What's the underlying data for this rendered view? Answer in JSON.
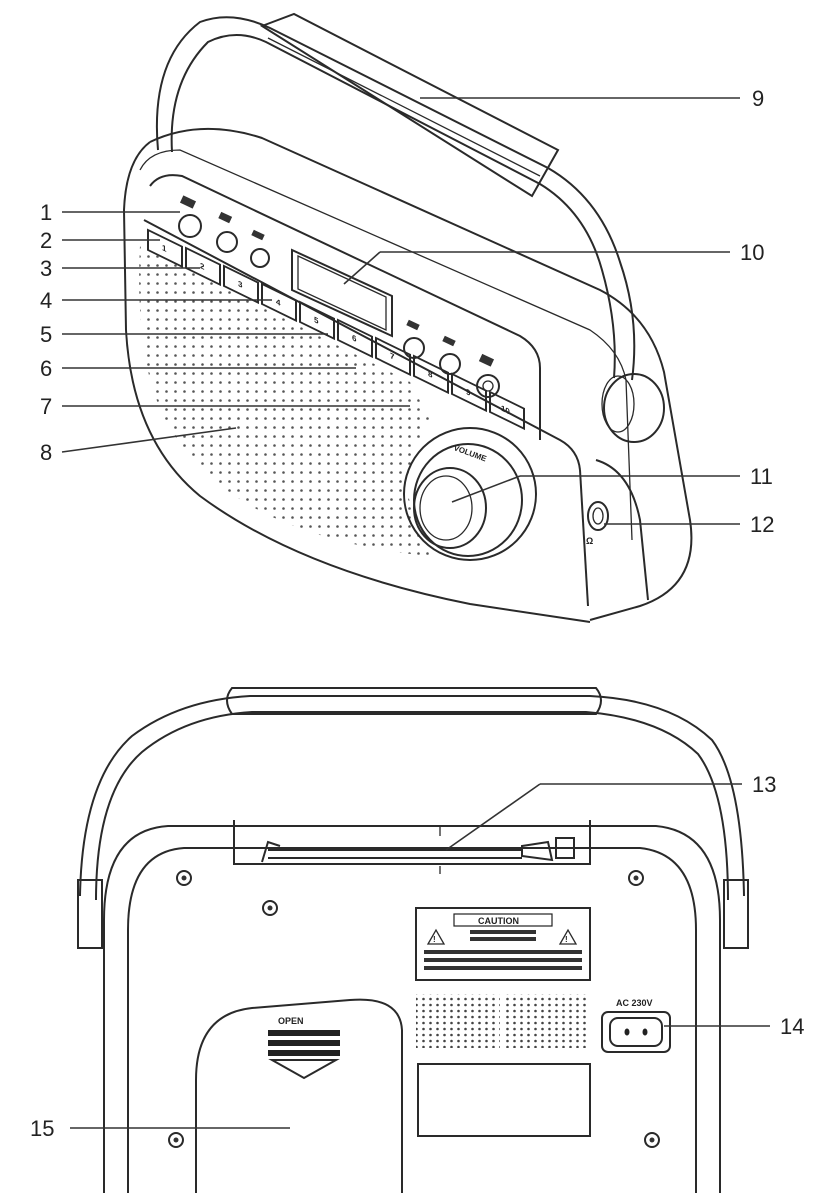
{
  "front": {
    "preset_keys": [
      "1",
      "2",
      "3",
      "4",
      "5",
      "6",
      "7",
      "8",
      "9",
      "10"
    ],
    "volume_text": "VOLUME"
  },
  "back": {
    "caution_title": "CAUTION",
    "open_label": "OPEN",
    "ac_label": "AC 230V"
  },
  "callouts": [
    {
      "label": "1"
    },
    {
      "label": "2"
    },
    {
      "label": "3"
    },
    {
      "label": "4"
    },
    {
      "label": "5"
    },
    {
      "label": "6"
    },
    {
      "label": "7"
    },
    {
      "label": "8"
    },
    {
      "label": "9"
    },
    {
      "label": "10"
    },
    {
      "label": "11"
    },
    {
      "label": "12"
    },
    {
      "label": "13"
    },
    {
      "label": "14"
    },
    {
      "label": "15"
    }
  ],
  "colors": {
    "line": "#2a2a2a",
    "background": "#ffffff"
  }
}
